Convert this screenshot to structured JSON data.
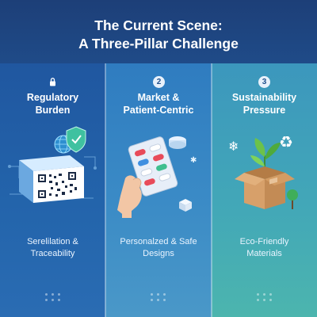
{
  "header": {
    "title_line1": "The Current Scene:",
    "title_line2": "A Three-Pillar Challenge"
  },
  "pillars": [
    {
      "badge": "",
      "badge_icon": "lock-icon",
      "title_line1": "Regulatory",
      "title_line2": "Burden",
      "subtitle_line1": "Serelilation &",
      "subtitle_line2": "Traceability",
      "illustration": "qr-code-shield-globe"
    },
    {
      "badge": "2",
      "title_line1": "Market &",
      "title_line2": "Patient-Centric",
      "subtitle_line1": "Personalzed & Safe",
      "subtitle_line2": "Designs",
      "illustration": "hand-holding-blister-pack"
    },
    {
      "badge": "3",
      "title_line1": "Sustainability",
      "title_line2": "Pressure",
      "subtitle_line1": "Eco-Friendly",
      "subtitle_line2": "Materials",
      "illustration": "box-with-plant-recycle"
    }
  ],
  "colors": {
    "col1": "#2364ab",
    "col2": "#3b8bc6",
    "col3": "#42a7b8",
    "header": "#1d3f78"
  }
}
